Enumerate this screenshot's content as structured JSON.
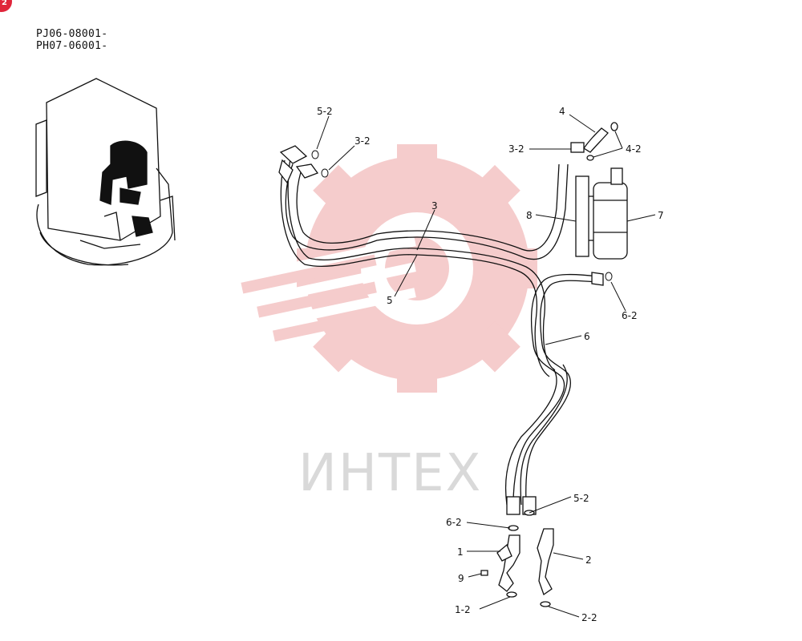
{
  "page_badge": "2",
  "serial_numbers": [
    "PJ06-08001-",
    "PH07-06001-"
  ],
  "watermark": {
    "text": "ИНТЕХ",
    "color": "#f2b8b8"
  },
  "callouts": [
    {
      "id": "5-2-top",
      "label": "5-2"
    },
    {
      "id": "3-2-top",
      "label": "3-2"
    },
    {
      "id": "4",
      "label": "4"
    },
    {
      "id": "3-2-right",
      "label": "3-2"
    },
    {
      "id": "4-2",
      "label": "4-2"
    },
    {
      "id": "3",
      "label": "3"
    },
    {
      "id": "8",
      "label": "8"
    },
    {
      "id": "7",
      "label": "7"
    },
    {
      "id": "5",
      "label": "5"
    },
    {
      "id": "6-2-right",
      "label": "6-2"
    },
    {
      "id": "6",
      "label": "6"
    },
    {
      "id": "5-2-bottom",
      "label": "5-2"
    },
    {
      "id": "6-2-bottom",
      "label": "6-2"
    },
    {
      "id": "1",
      "label": "1"
    },
    {
      "id": "2",
      "label": "2"
    },
    {
      "id": "9",
      "label": "9"
    },
    {
      "id": "1-2",
      "label": "1-2"
    },
    {
      "id": "2-2",
      "label": "2-2"
    }
  ]
}
